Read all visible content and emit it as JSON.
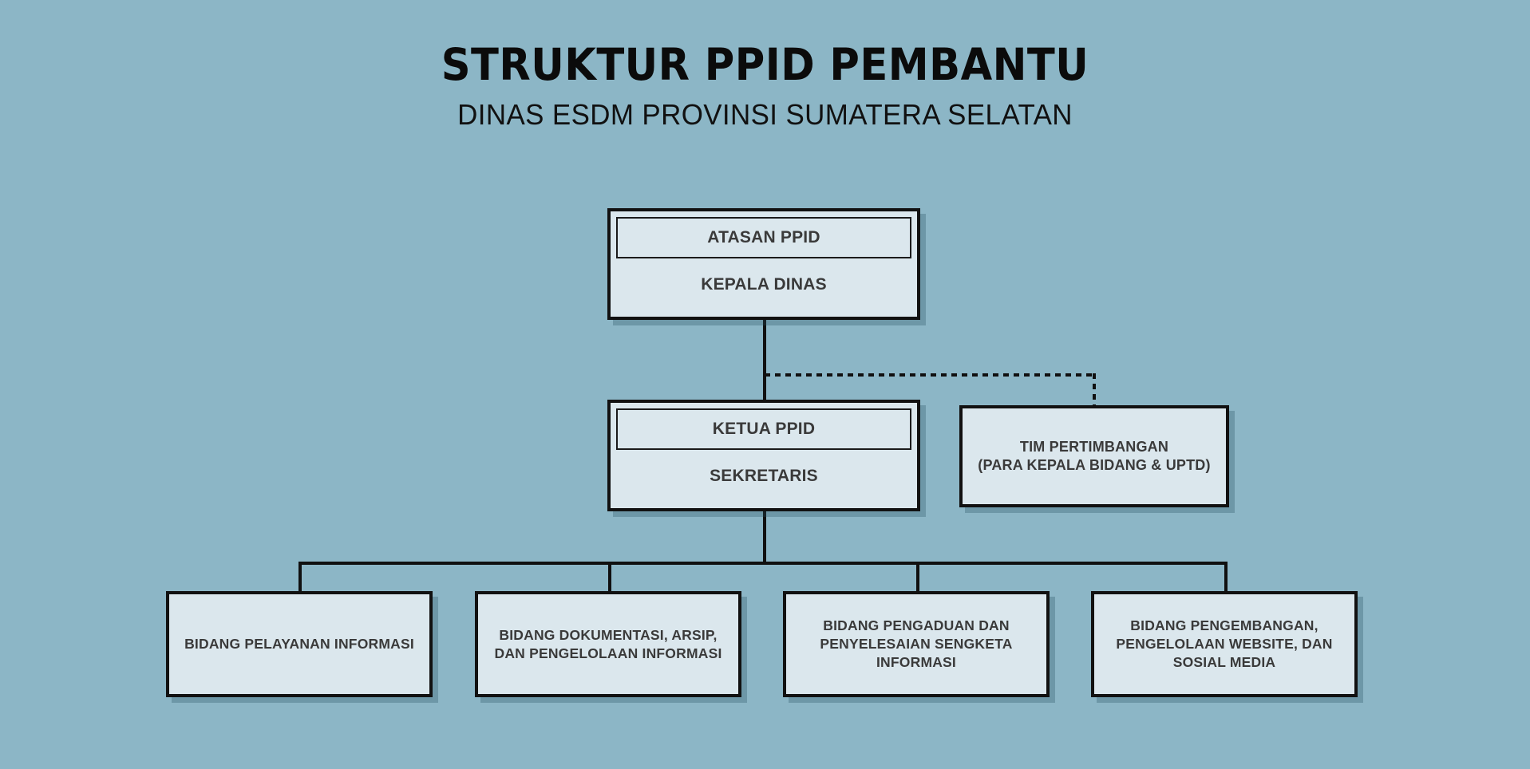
{
  "header": {
    "title": "STRUKTUR PPID PEMBANTU",
    "subtitle": "DINAS ESDM PROVINSI SUMATERA SELATAN"
  },
  "colors": {
    "background": "#8cb6c6",
    "node_fill": "#dbe7ed",
    "node_border": "#111111",
    "text": "#3a3a3a",
    "title_text": "#0b0b0b"
  },
  "chart_data": {
    "type": "diagram",
    "diagram_kind": "organizational-chart",
    "title": "STRUKTUR PPID PEMBANTU",
    "subtitle": "DINAS ESDM PROVINSI SUMATERA SELATAN",
    "nodes": [
      {
        "id": "atasan-ppid",
        "level": 1,
        "style": "tiered",
        "title": "ATASAN PPID",
        "subtitle": "KEPALA DINAS"
      },
      {
        "id": "ketua-ppid",
        "level": 2,
        "style": "tiered",
        "title": "KETUA PPID",
        "subtitle": "SEKRETARIS"
      },
      {
        "id": "tim-pertimbangan",
        "level": 2,
        "style": "leaf",
        "label": "TIM PERTIMBANGAN\n(PARA KEPALA BIDANG & UPTD)"
      },
      {
        "id": "bidang-pelayanan-informasi",
        "level": 3,
        "style": "leaf",
        "label": "BIDANG PELAYANAN INFORMASI"
      },
      {
        "id": "bidang-dokumentasi-arsip",
        "level": 3,
        "style": "leaf",
        "label": "BIDANG DOKUMENTASI, ARSIP,\nDAN PENGELOLAAN INFORMASI"
      },
      {
        "id": "bidang-pengaduan-sengketa",
        "level": 3,
        "style": "leaf",
        "label": "BIDANG PENGADUAN DAN\nPENYELESAIAN SENGKETA\nINFORMASI"
      },
      {
        "id": "bidang-pengembangan-website",
        "level": 3,
        "style": "leaf",
        "label": "BIDANG PENGEMBANGAN,\nPENGELOLAAN WEBSITE, DAN\nSOSIAL MEDIA"
      }
    ],
    "edges": [
      {
        "from": "atasan-ppid",
        "to": "ketua-ppid",
        "style": "solid"
      },
      {
        "from": "atasan-ppid",
        "to": "tim-pertimbangan",
        "style": "dotted"
      },
      {
        "from": "ketua-ppid",
        "to": "bidang-pelayanan-informasi",
        "style": "solid"
      },
      {
        "from": "ketua-ppid",
        "to": "bidang-dokumentasi-arsip",
        "style": "solid"
      },
      {
        "from": "ketua-ppid",
        "to": "bidang-pengaduan-sengketa",
        "style": "solid"
      },
      {
        "from": "ketua-ppid",
        "to": "bidang-pengembangan-website",
        "style": "solid"
      }
    ]
  }
}
